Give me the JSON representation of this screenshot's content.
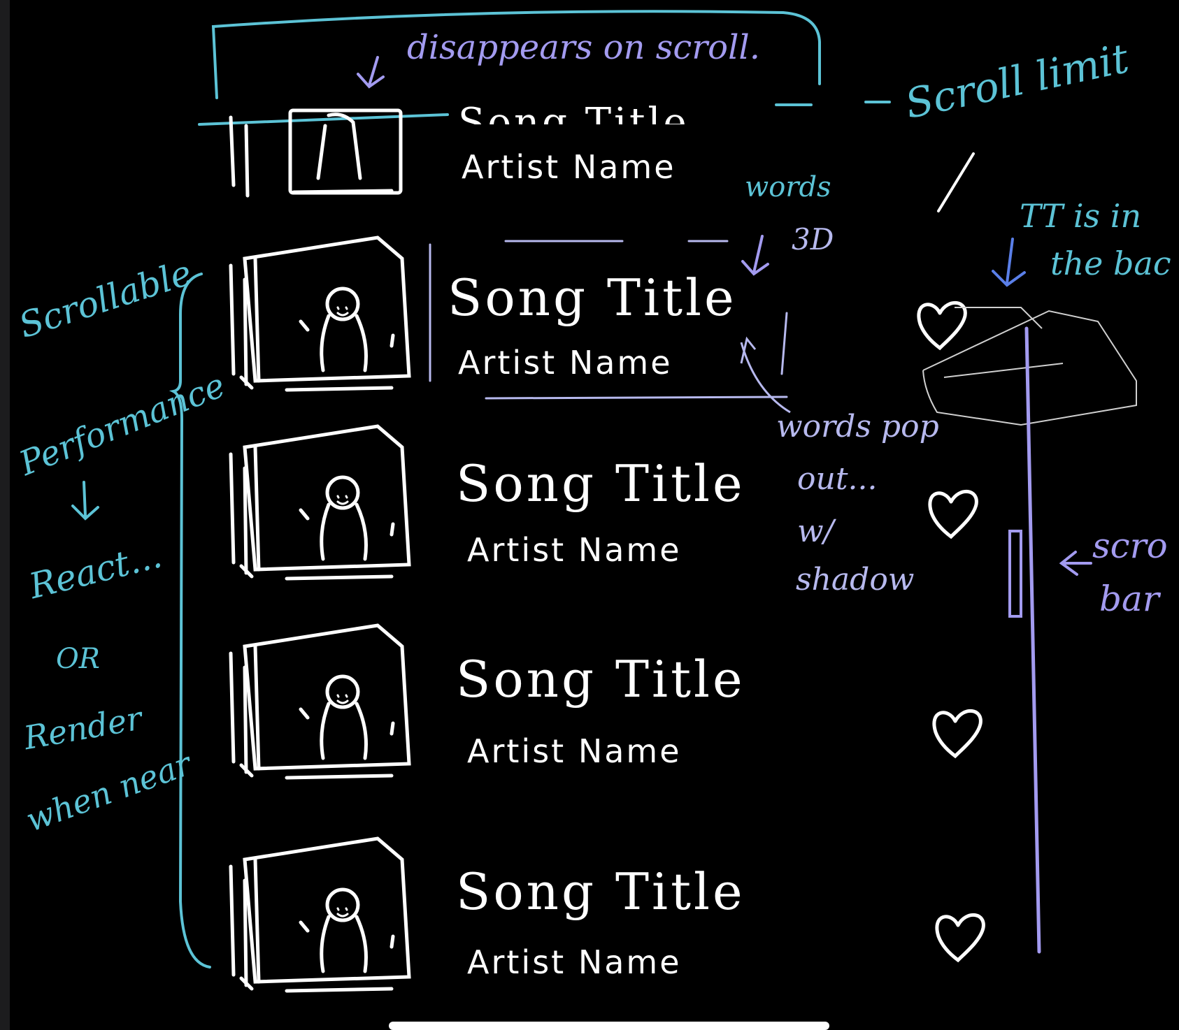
{
  "top_note": "disappears on scroll.",
  "scroll_limit": "Scroll limit",
  "words_3d": [
    "words",
    "3D"
  ],
  "tt_note": [
    "TT is in",
    "the bac"
  ],
  "words_pop": [
    "words pop",
    "out...",
    "w/",
    "shadow"
  ],
  "scrollbar_note": [
    "scro",
    "bar"
  ],
  "left_notes": [
    "Scrollable",
    "Performance",
    "React...",
    "OR",
    "Render",
    "when near"
  ],
  "songs": [
    {
      "title": "Song Title",
      "artist": "Artist Name"
    },
    {
      "title": "Song Title",
      "artist": "Artist Name"
    },
    {
      "title": "Song Title",
      "artist": "Artist Name"
    },
    {
      "title": "Song Title",
      "artist": "Artist Name"
    },
    {
      "title": "Song Title",
      "artist": "Artist Name"
    }
  ],
  "colors": {
    "background": "#000000",
    "cyan": "#5cc3d6",
    "purple": "#a39bf0",
    "lavender": "#b7b9ee",
    "white": "#ffffff"
  }
}
